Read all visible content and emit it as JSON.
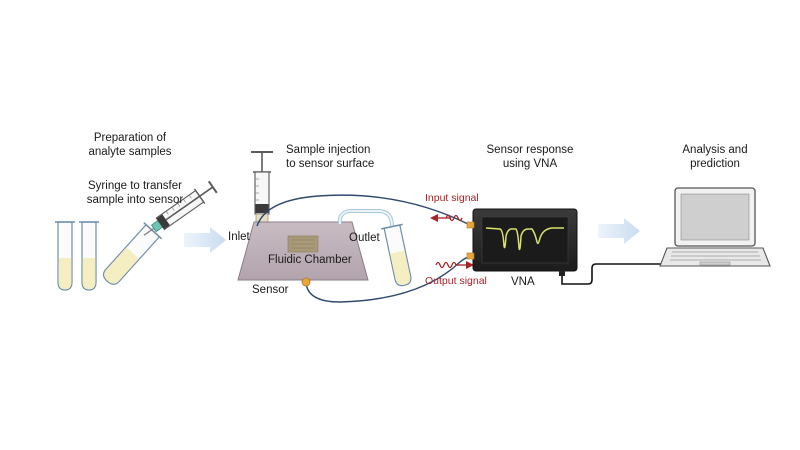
{
  "steps": {
    "preparation": [
      "Preparation of",
      "analyte samples"
    ],
    "syringe_note": [
      "Syringe to transfer",
      "sample into sensor"
    ],
    "injection": [
      "Sample injection",
      "to sensor surface"
    ],
    "response": [
      "Sensor response",
      "using VNA"
    ],
    "analysis": [
      "Analysis and",
      "prediction"
    ]
  },
  "labels": {
    "inlet": "Inlet",
    "outlet": "Outlet",
    "chamber": "Fluidic Chamber",
    "sensor": "Sensor",
    "input_signal": "Input signal",
    "output_signal": "Output signal",
    "vna": "VNA"
  },
  "colors": {
    "signal_red": "#a8242a",
    "screen_trace": "#d9e26a",
    "connector_gold": "#e8a638",
    "fitting_teal": "#6fc3b4",
    "flow_arrow": "#d6e4f3",
    "liquid": "#f4eec2"
  }
}
